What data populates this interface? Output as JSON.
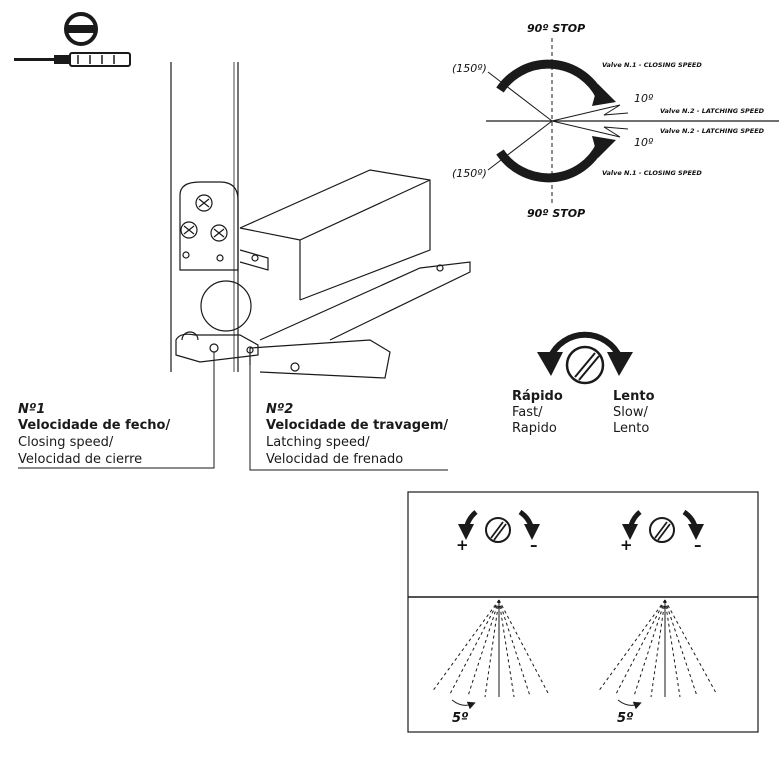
{
  "stop_diagram": {
    "top_stop": "90º STOP",
    "bottom_stop": "90º STOP",
    "top_angle": "(150º)",
    "bottom_angle": "(150º)",
    "valve1_top": "Valve N.1 - CLOSING SPEED",
    "valve2_top": "Valve N.2 - LATCHING SPEED",
    "valve2_bottom": "Valve N.2 - LATCHING SPEED",
    "valve1_bottom": "Valve N.1 - CLOSING SPEED",
    "deg_top": "10º",
    "deg_bottom": "10º"
  },
  "valve1": {
    "num": "Nº1",
    "title": "Velocidade de fecho/",
    "line1": "Closing speed/",
    "line2": "Velocidad de cierre"
  },
  "valve2": {
    "num": "Nº2",
    "title": "Velocidade de travagem/",
    "line1": "Latching speed/",
    "line2": "Velocidad de frenado"
  },
  "speed": {
    "fast_title": "Rápido",
    "fast_1": "Fast/",
    "fast_2": "Rapido",
    "slow_title": "Lento",
    "slow_1": "Slow/",
    "slow_2": "Lento"
  },
  "adjust_panel": {
    "left": {
      "plus": "+",
      "minus": "–",
      "deg": "5º"
    },
    "right": {
      "plus": "+",
      "minus": "–",
      "deg": "5º"
    }
  },
  "colors": {
    "line": "#1a1a1a",
    "paper": "#ffffff"
  }
}
